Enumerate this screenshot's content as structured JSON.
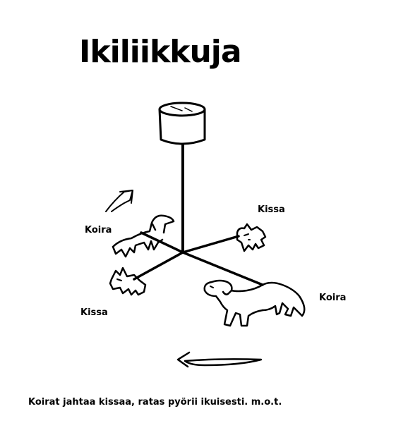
{
  "title": "Ikiliikkuja",
  "labels": {
    "koira_left": "Koira",
    "kissa_upper_right": "Kissa",
    "kissa_lower_left": "Kissa",
    "koira_right": "Koira"
  },
  "caption": "Koirat jahtaa kissaa, ratas pyörii ikuisesti. m.o.t."
}
